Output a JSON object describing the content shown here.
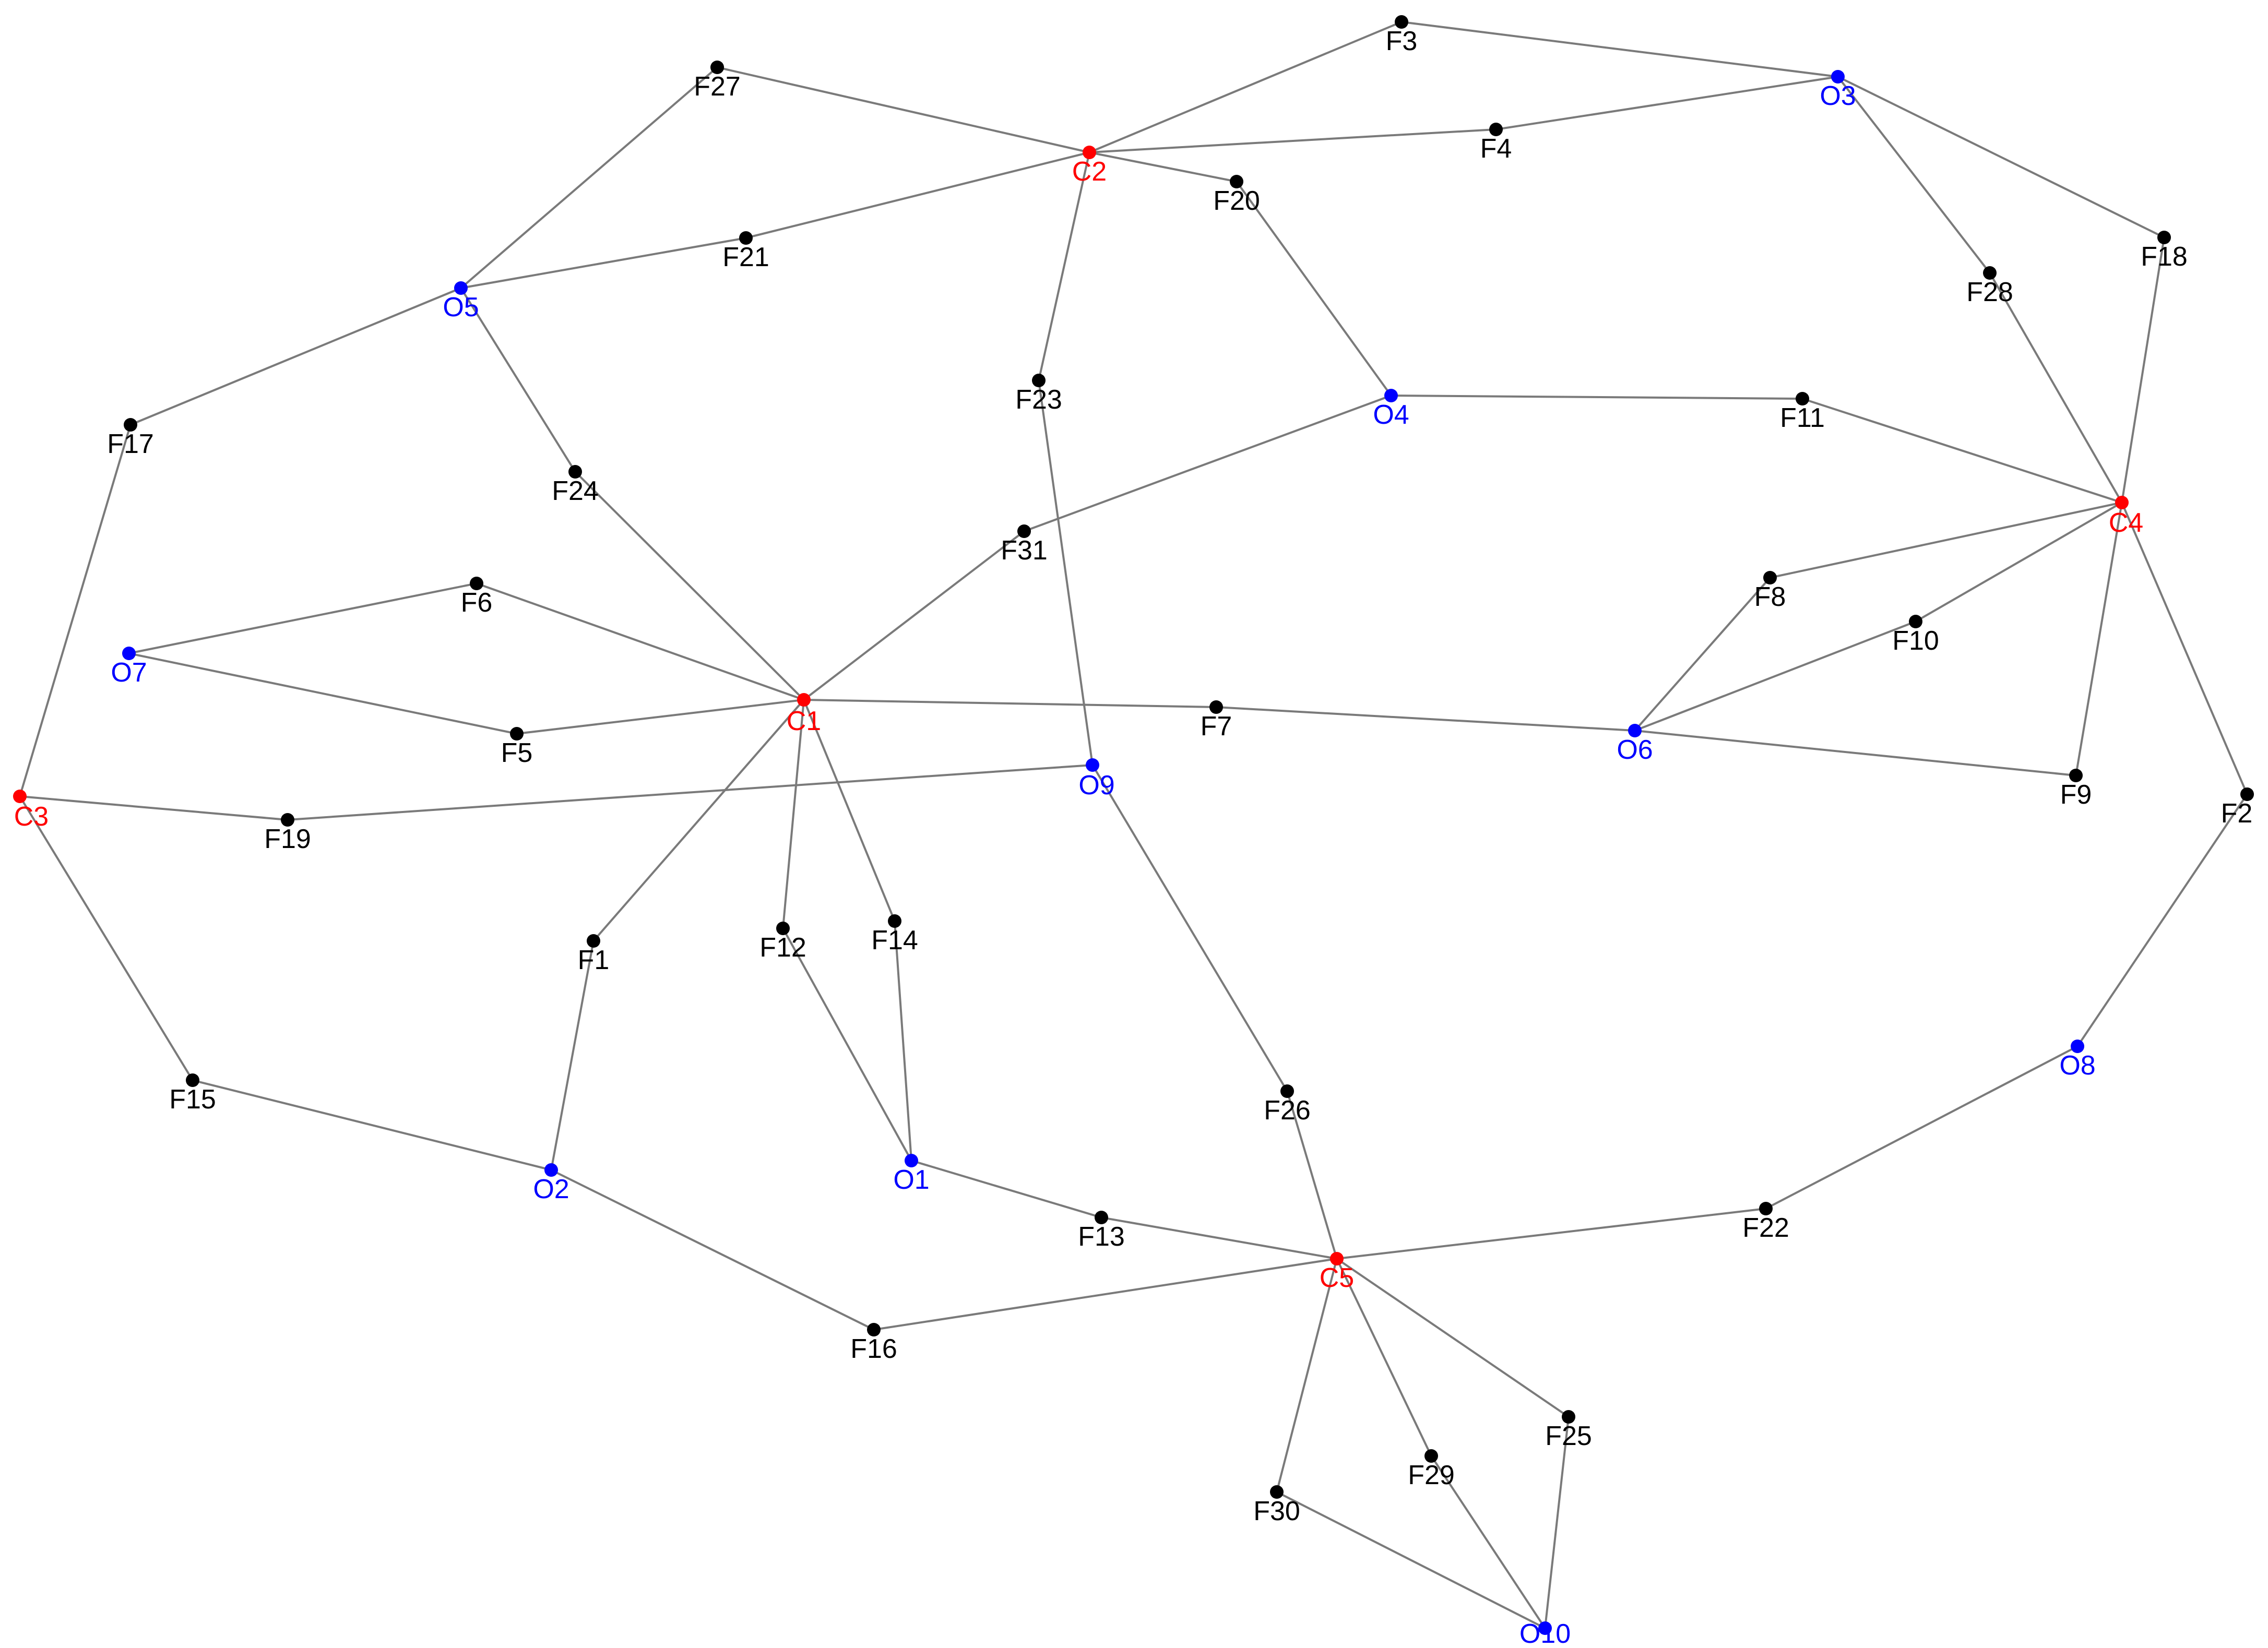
{
  "colors": {
    "C": "#ff0000",
    "O": "#0000ff",
    "F": "#000000",
    "edge": "#7a7a7a"
  },
  "nodes": [
    {
      "id": "C1",
      "label": "C1",
      "kind": "C"
    },
    {
      "id": "C2",
      "label": "C2",
      "kind": "C"
    },
    {
      "id": "C3",
      "label": "C3",
      "kind": "C"
    },
    {
      "id": "C4",
      "label": "C4",
      "kind": "C"
    },
    {
      "id": "C5",
      "label": "C5",
      "kind": "C"
    },
    {
      "id": "O1",
      "label": "O1",
      "kind": "O"
    },
    {
      "id": "O2",
      "label": "O2",
      "kind": "O"
    },
    {
      "id": "O3",
      "label": "O3",
      "kind": "O"
    },
    {
      "id": "O4",
      "label": "O4",
      "kind": "O"
    },
    {
      "id": "O5",
      "label": "O5",
      "kind": "O"
    },
    {
      "id": "O6",
      "label": "O6",
      "kind": "O"
    },
    {
      "id": "O7",
      "label": "O7",
      "kind": "O"
    },
    {
      "id": "O8",
      "label": "O8",
      "kind": "O"
    },
    {
      "id": "O9",
      "label": "O9",
      "kind": "O"
    },
    {
      "id": "O10",
      "label": "O10",
      "kind": "O"
    },
    {
      "id": "F1",
      "label": "F1",
      "kind": "F"
    },
    {
      "id": "F2",
      "label": "F2",
      "kind": "F"
    },
    {
      "id": "F3",
      "label": "F3",
      "kind": "F"
    },
    {
      "id": "F4",
      "label": "F4",
      "kind": "F"
    },
    {
      "id": "F5",
      "label": "F5",
      "kind": "F"
    },
    {
      "id": "F6",
      "label": "F6",
      "kind": "F"
    },
    {
      "id": "F7",
      "label": "F7",
      "kind": "F"
    },
    {
      "id": "F8",
      "label": "F8",
      "kind": "F"
    },
    {
      "id": "F9",
      "label": "F9",
      "kind": "F"
    },
    {
      "id": "F10",
      "label": "F10",
      "kind": "F"
    },
    {
      "id": "F11",
      "label": "F11",
      "kind": "F"
    },
    {
      "id": "F12",
      "label": "F12",
      "kind": "F"
    },
    {
      "id": "F13",
      "label": "F13",
      "kind": "F"
    },
    {
      "id": "F14",
      "label": "F14",
      "kind": "F"
    },
    {
      "id": "F15",
      "label": "F15",
      "kind": "F"
    },
    {
      "id": "F16",
      "label": "F16",
      "kind": "F"
    },
    {
      "id": "F17",
      "label": "F17",
      "kind": "F"
    },
    {
      "id": "F18",
      "label": "F18",
      "kind": "F"
    },
    {
      "id": "F19",
      "label": "F19",
      "kind": "F"
    },
    {
      "id": "F20",
      "label": "F20",
      "kind": "F"
    },
    {
      "id": "F21",
      "label": "F21",
      "kind": "F"
    },
    {
      "id": "F22",
      "label": "F22",
      "kind": "F"
    },
    {
      "id": "F23",
      "label": "F23",
      "kind": "F"
    },
    {
      "id": "F24",
      "label": "F24",
      "kind": "F"
    },
    {
      "id": "F25",
      "label": "F25",
      "kind": "F"
    },
    {
      "id": "F26",
      "label": "F26",
      "kind": "F"
    },
    {
      "id": "F27",
      "label": "F27",
      "kind": "F"
    },
    {
      "id": "F28",
      "label": "F28",
      "kind": "F"
    },
    {
      "id": "F29",
      "label": "F29",
      "kind": "F"
    },
    {
      "id": "F30",
      "label": "F30",
      "kind": "F"
    },
    {
      "id": "F31",
      "label": "F31",
      "kind": "F"
    }
  ],
  "edges": [
    [
      "C2",
      "F3"
    ],
    [
      "F3",
      "O3"
    ],
    [
      "C2",
      "F4"
    ],
    [
      "F4",
      "O3"
    ],
    [
      "O3",
      "F18"
    ],
    [
      "O3",
      "F28"
    ],
    [
      "C2",
      "F27"
    ],
    [
      "F27",
      "O5"
    ],
    [
      "C2",
      "F21"
    ],
    [
      "F21",
      "O5"
    ],
    [
      "C2",
      "F20"
    ],
    [
      "F20",
      "O4"
    ],
    [
      "C2",
      "F23"
    ],
    [
      "F23",
      "O9"
    ],
    [
      "O4",
      "F11"
    ],
    [
      "F11",
      "C4"
    ],
    [
      "O4",
      "F31"
    ],
    [
      "F31",
      "C1"
    ],
    [
      "O5",
      "F17"
    ],
    [
      "F17",
      "C3"
    ],
    [
      "O5",
      "F24"
    ],
    [
      "F24",
      "C1"
    ],
    [
      "F28",
      "C4"
    ],
    [
      "F18",
      "C4"
    ],
    [
      "C4",
      "F8"
    ],
    [
      "F8",
      "O6"
    ],
    [
      "C4",
      "F10"
    ],
    [
      "F10",
      "O6"
    ],
    [
      "C4",
      "F9"
    ],
    [
      "F9",
      "O6"
    ],
    [
      "C4",
      "F2"
    ],
    [
      "F2",
      "O8"
    ],
    [
      "O7",
      "F6"
    ],
    [
      "F6",
      "C1"
    ],
    [
      "O7",
      "F5"
    ],
    [
      "F5",
      "C1"
    ],
    [
      "C1",
      "F7"
    ],
    [
      "F7",
      "O6"
    ],
    [
      "C3",
      "F19"
    ],
    [
      "F19",
      "O9"
    ],
    [
      "O9",
      "F26"
    ],
    [
      "F26",
      "C5"
    ],
    [
      "C1",
      "F1"
    ],
    [
      "F1",
      "O2"
    ],
    [
      "C1",
      "F12"
    ],
    [
      "F12",
      "O1"
    ],
    [
      "C1",
      "F14"
    ],
    [
      "F14",
      "O1"
    ],
    [
      "C3",
      "F15"
    ],
    [
      "F15",
      "O2"
    ],
    [
      "O2",
      "F16"
    ],
    [
      "F16",
      "C5"
    ],
    [
      "O1",
      "F13"
    ],
    [
      "F13",
      "C5"
    ],
    [
      "O8",
      "F22"
    ],
    [
      "F22",
      "C5"
    ],
    [
      "C5",
      "F30"
    ],
    [
      "F30",
      "O10"
    ],
    [
      "C5",
      "F29"
    ],
    [
      "F29",
      "O10"
    ],
    [
      "C5",
      "F25"
    ],
    [
      "F25",
      "O10"
    ]
  ]
}
